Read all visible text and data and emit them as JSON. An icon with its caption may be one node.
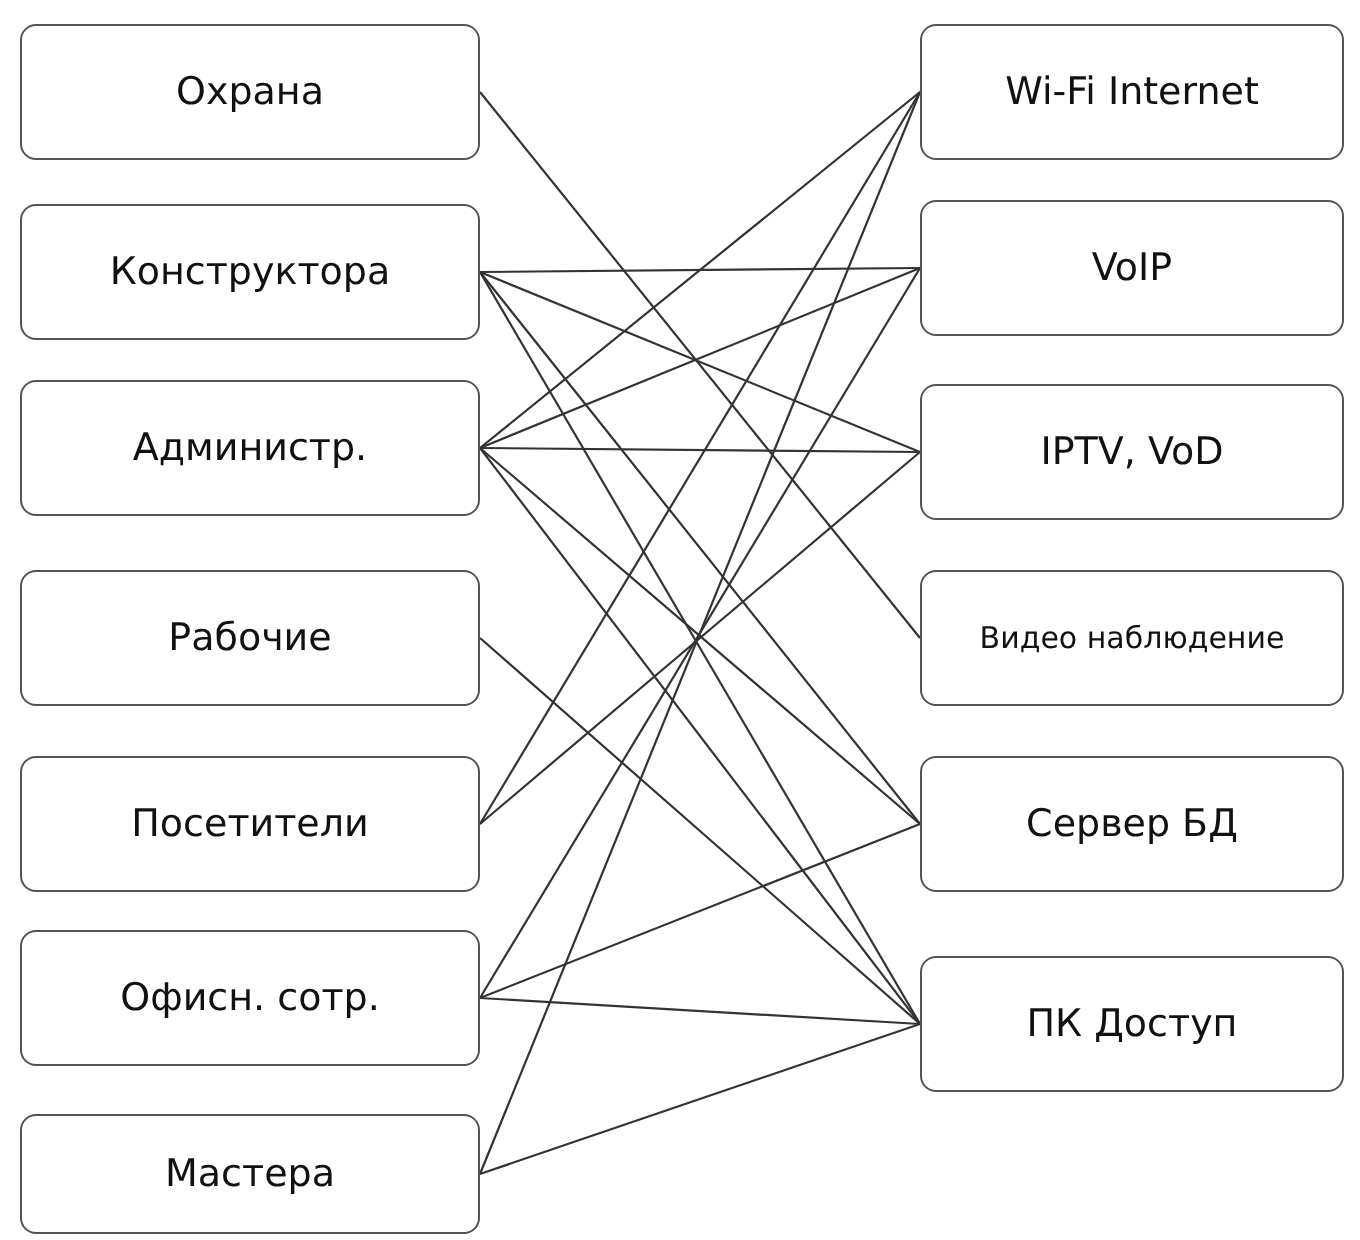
{
  "diagram": {
    "nodes": [
      {
        "text": [
          "Охрана"
        ]
      },
      {
        "text": [
          "Конструктора"
        ]
      },
      {
        "text": [
          "Администр."
        ]
      },
      {
        "text": [
          "Рабочие"
        ]
      },
      {
        "text": [
          "Посетители"
        ]
      },
      {
        "text": [
          "Офисн. сотр."
        ]
      },
      {
        "text": [
          "Мастера"
        ]
      },
      {
        "text": [
          "Wi-Fi Internet"
        ]
      },
      {
        "text": [
          "VoIP"
        ]
      },
      {
        "text": [
          "IPTV, VoD"
        ]
      },
      {
        "text": [
          "Видео наблюдение"
        ]
      },
      {
        "text": [
          "Сервер БД"
        ]
      },
      {
        "text": [
          "ПК Доступ"
        ]
      }
    ],
    "edges": [
      {
        "from": 0,
        "to": 10,
        "arrow": "none"
      },
      {
        "from": 1,
        "to": 8,
        "arrow": "none"
      },
      {
        "from": 1,
        "to": 9,
        "arrow": "none"
      },
      {
        "from": 1,
        "to": 11,
        "arrow": "none"
      },
      {
        "from": 1,
        "to": 12,
        "arrow": "none"
      },
      {
        "from": 2,
        "to": 7,
        "arrow": "none"
      },
      {
        "from": 2,
        "to": 8,
        "arrow": "none"
      },
      {
        "from": 2,
        "to": 9,
        "arrow": "none"
      },
      {
        "from": 2,
        "to": 11,
        "arrow": "none"
      },
      {
        "from": 2,
        "to": 12,
        "arrow": "none"
      },
      {
        "from": 3,
        "to": 12,
        "arrow": "none"
      },
      {
        "from": 4,
        "to": 7,
        "arrow": "none"
      },
      {
        "from": 4,
        "to": 9,
        "arrow": "none"
      },
      {
        "from": 5,
        "to": 8,
        "arrow": "none"
      },
      {
        "from": 5,
        "to": 11,
        "arrow": "none"
      },
      {
        "from": 5,
        "to": 12,
        "arrow": "none"
      },
      {
        "from": 6,
        "to": 7,
        "arrow": "none"
      },
      {
        "from": 6,
        "to": 12,
        "arrow": "none"
      }
    ]
  }
}
